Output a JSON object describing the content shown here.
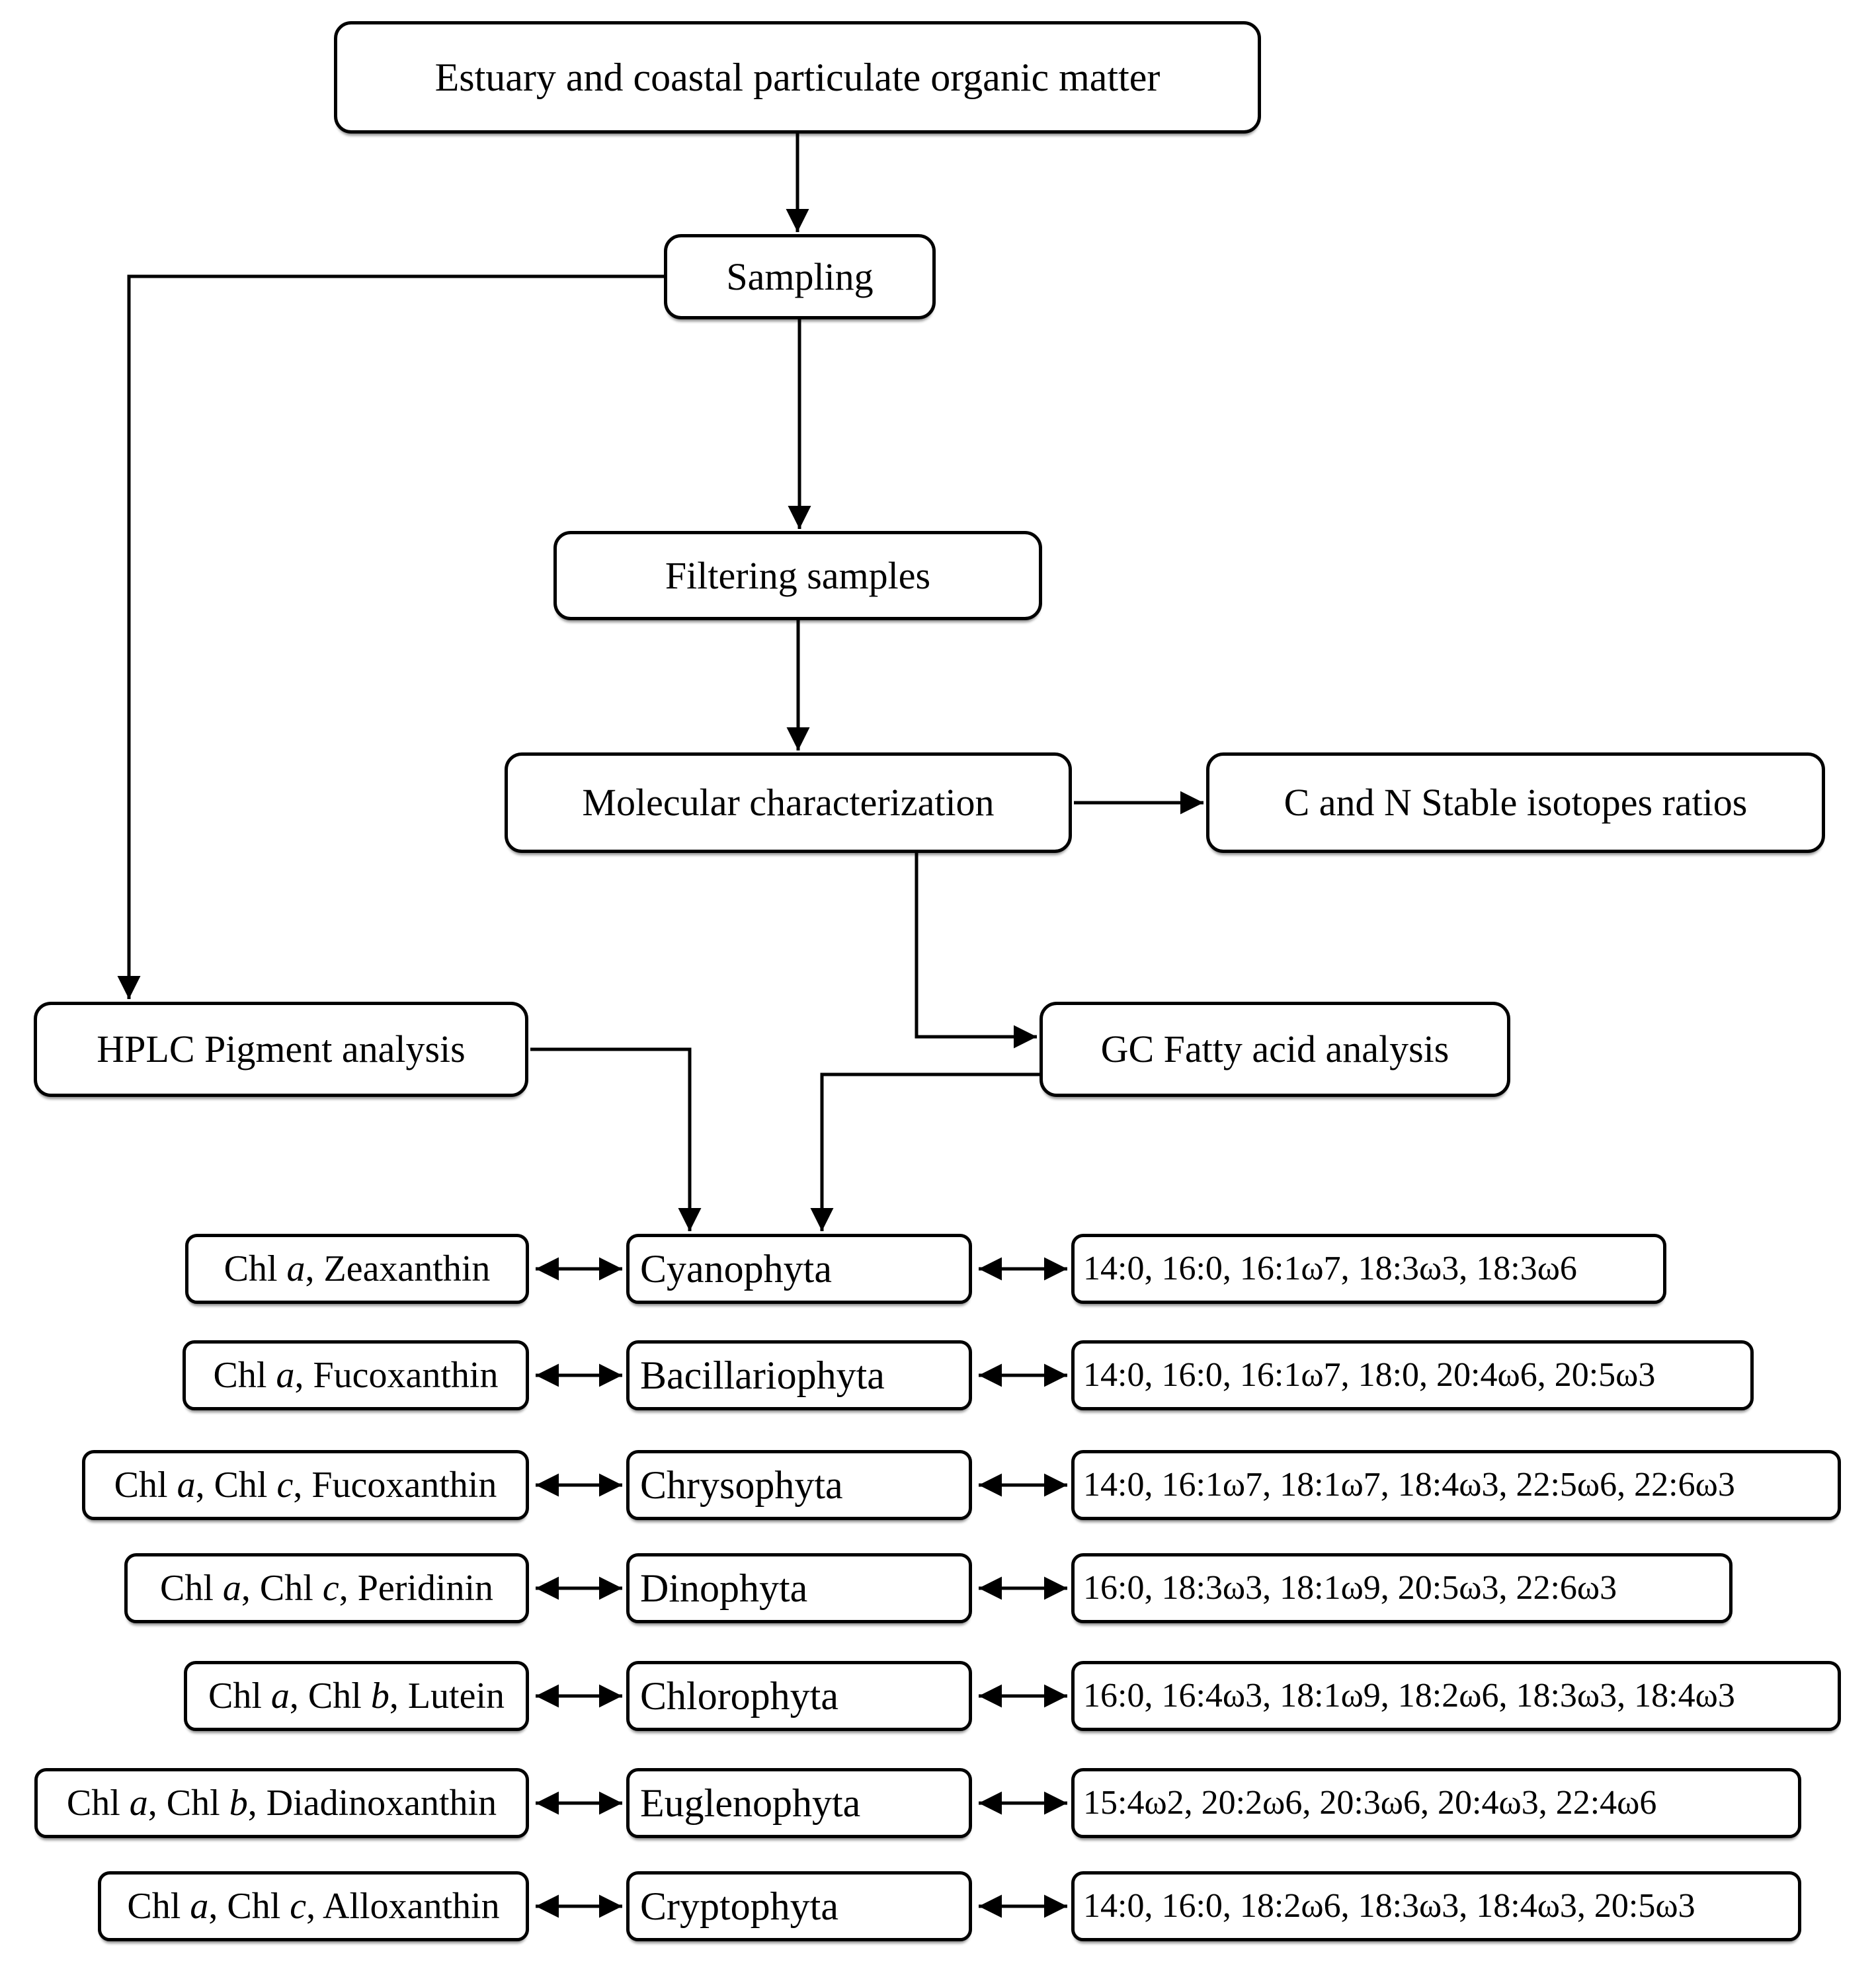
{
  "diagram": {
    "title_box": "Estuary and coastal particulate organic matter",
    "process_boxes": {
      "sampling": "Sampling",
      "filtering": "Filtering samples",
      "molecular": "Molecular characterization",
      "isotopes": "C and N Stable isotopes ratios",
      "hplc": "HPLC Pigment analysis",
      "gc": "GC Fatty acid analysis"
    },
    "rows": [
      {
        "pigments": "Chl a, Zeaxanthin",
        "phylum": "Cyanophyta",
        "fatty_acids": "14:0, 16:0, 16:1ω7, 18:3ω3, 18:3ω6"
      },
      {
        "pigments": "Chl a, Fucoxanthin",
        "phylum": "Bacillariophyta",
        "fatty_acids": "14:0, 16:0, 16:1ω7, 18:0, 20:4ω6, 20:5ω3"
      },
      {
        "pigments": "Chl a, Chl c, Fucoxanthin",
        "phylum": "Chrysophyta",
        "fatty_acids": "14:0, 16:1ω7, 18:1ω7, 18:4ω3, 22:5ω6, 22:6ω3"
      },
      {
        "pigments": "Chl a, Chl c, Peridinin",
        "phylum": "Dinophyta",
        "fatty_acids": "16:0, 18:3ω3, 18:1ω9, 20:5ω3, 22:6ω3"
      },
      {
        "pigments": "Chl a, Chl b, Lutein",
        "phylum": "Chlorophyta",
        "fatty_acids": "16:0, 16:4ω3, 18:1ω9, 18:2ω6, 18:3ω3, 18:4ω3"
      },
      {
        "pigments": "Chl a, Chl b, Diadinoxanthin",
        "phylum": "Euglenophyta",
        "fatty_acids": "15:4ω2, 20:2ω6, 20:3ω6, 20:4ω3, 22:4ω6"
      },
      {
        "pigments": "Chl a, Chl c, Alloxanthin",
        "phylum": "Cryptophyta",
        "fatty_acids": "14:0, 16:0, 18:2ω6, 18:3ω3, 18:4ω3, 20:5ω3"
      }
    ],
    "colors": {
      "line": "#000000",
      "box_border": "#000000",
      "box_fill": "#ffffff",
      "background": "#ffffff"
    }
  }
}
